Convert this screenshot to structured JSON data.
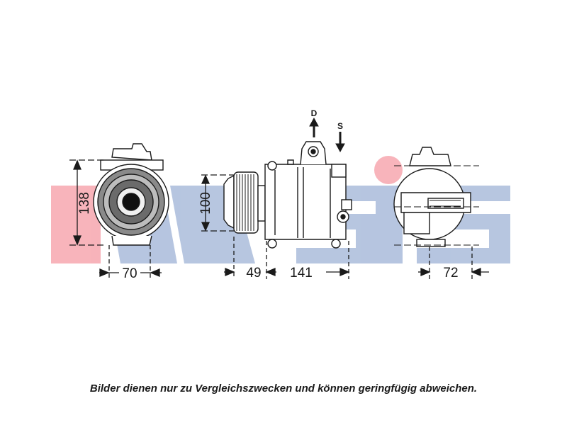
{
  "watermark": {
    "text": "AKS DASIS",
    "colors": {
      "red": "#e8172c",
      "blue": "#1f4fa0"
    }
  },
  "views": {
    "front": {
      "height_label": "138",
      "width_label": "70"
    },
    "side": {
      "height_label": "100",
      "pulley_label": "49",
      "body_label": "141",
      "port_d_label": "D",
      "port_s_label": "S"
    },
    "rear": {
      "width_label": "72"
    }
  },
  "caption": "Bilder dienen nur zu Vergleichszwecken und können geringfügig abweichen."
}
